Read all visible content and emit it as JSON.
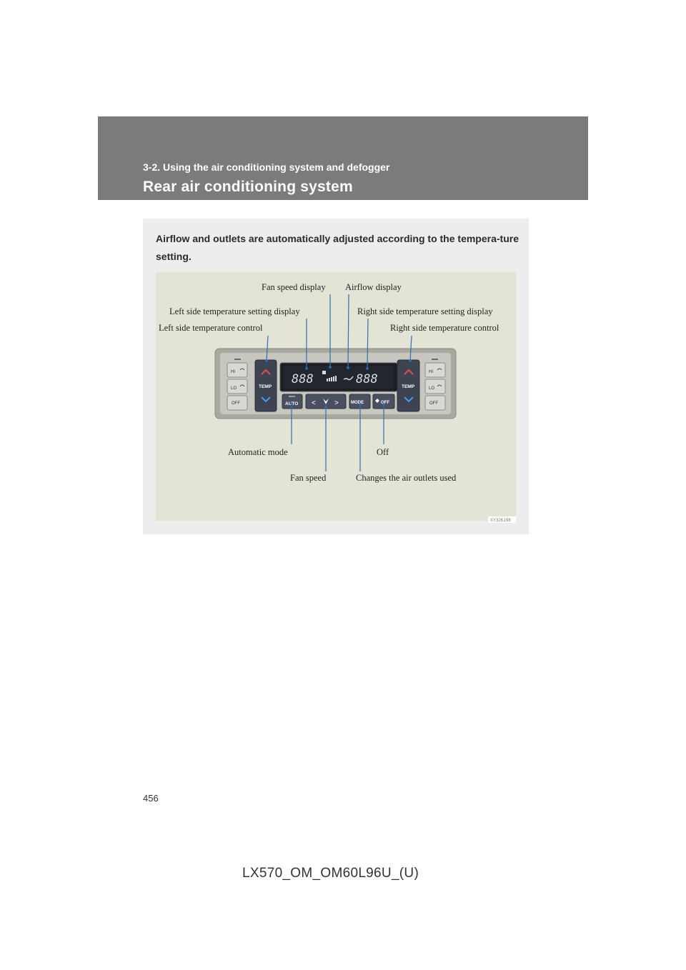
{
  "header": {
    "section": "3-2. Using the air conditioning system and defogger",
    "title": "Rear air conditioning system"
  },
  "intro": "Airflow and outlets are automatically adjusted according to the tempera-ture setting.",
  "callouts": {
    "fan_speed_display": "Fan speed display",
    "airflow_display": "Airflow display",
    "left_temp_setting_display": "Left side temperature setting display",
    "right_temp_setting_display": "Right side temperature setting display",
    "left_temp_control": "Left side temperature control",
    "right_temp_control": "Right side temperature control",
    "automatic_mode": "Automatic mode",
    "off": "Off",
    "fan_speed": "Fan speed",
    "changes_outlets": "Changes the air outlets used"
  },
  "panel": {
    "temp": "TEMP",
    "auto": "AUTO",
    "mode": "MODE",
    "off": "OFF",
    "hi": "HI",
    "lo": "LO",
    "digits_left": "888",
    "digits_right": "888",
    "left_arrow": "<",
    "right_arrow": ">"
  },
  "image_code": "XY32K198",
  "footer": {
    "page_number": "456",
    "doc_code": "LX570_OM_OM60L96U_(U)"
  }
}
